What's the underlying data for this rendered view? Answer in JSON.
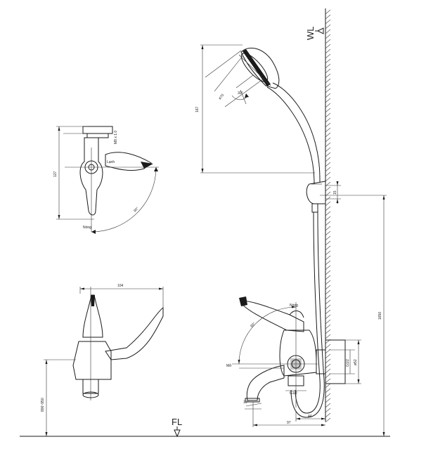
{
  "labels": {
    "wall_level": "WL",
    "floor_level": "FL"
  },
  "shower_head": {
    "length": "167",
    "diameter": "ø70",
    "tilt_angle": "30°"
  },
  "side_view": {
    "height": "127",
    "thread": "M8 x 1.0",
    "lever_angle": "90°",
    "hot_label": "Nóng",
    "cold_label": "Lạnh"
  },
  "front_view": {
    "width": "104",
    "install_height": "800~950"
  },
  "bath_mixer": {
    "holder_height": "15",
    "total_height": "1650",
    "lever_angle": "90°",
    "hot_label": "Nóng",
    "cold_label": "Mở",
    "outlet_thread": "G1/2",
    "wall_thread": "G1/2",
    "flange_diameter": "ø52",
    "spout_angle": "15°",
    "projection_to_wall": "44",
    "projection_total": "97"
  }
}
